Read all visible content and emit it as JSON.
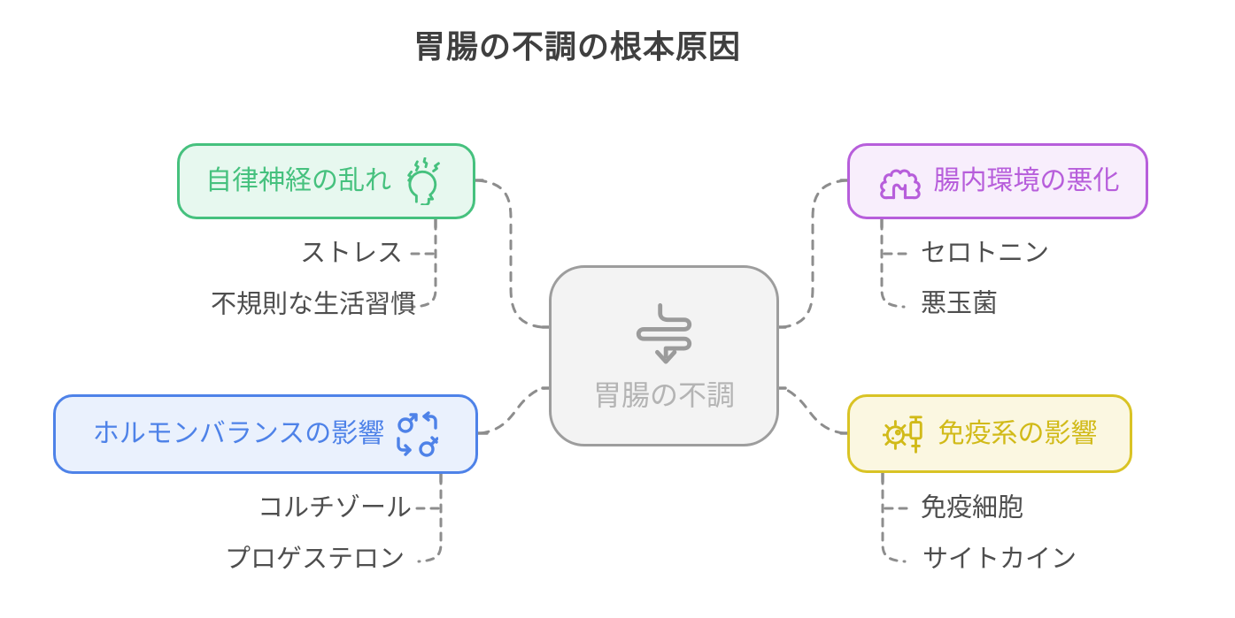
{
  "title": "胃腸の不調の根本原因",
  "colors": {
    "title": "#3f3f3f",
    "subitem": "#4e4e4e",
    "connector": "#8d8d8d"
  },
  "center": {
    "label": "胃腸の不調",
    "icon": "digestive-tract-arrow-icon",
    "colors": {
      "border": "#9d9d9d",
      "bg": "#f3f3f3",
      "text": "#b4b4b4",
      "icon": "#9b9b9b"
    }
  },
  "branches": [
    {
      "label": "自律神経の乱れ",
      "icon": "stressed-head-icon",
      "position": "top-left",
      "colors": {
        "border": "#46c17e",
        "bg": "#e7f8ef",
        "text": "#46c17e"
      },
      "children": [
        "ストレス",
        "不規則な生活習慣"
      ]
    },
    {
      "label": "腸内環境の悪化",
      "icon": "intestine-icon",
      "position": "top-right",
      "colors": {
        "border": "#b75edb",
        "bg": "#f8eefc",
        "text": "#b75edb"
      },
      "children": [
        "セロトニン",
        "悪玉菌"
      ]
    },
    {
      "label": "ホルモンバランスの影響",
      "icon": "hormone-cycle-icon",
      "position": "bottom-left",
      "colors": {
        "border": "#4e82e8",
        "bg": "#eaf1fd",
        "text": "#4e82e8"
      },
      "children": [
        "コルチゾール",
        "プロゲステロン"
      ]
    },
    {
      "label": "免疫系の影響",
      "icon": "virus-syringe-icon",
      "position": "bottom-right",
      "colors": {
        "border": "#d9c325",
        "bg": "#fbf7e1",
        "text": "#d1ba18"
      },
      "children": [
        "免疫細胞",
        "サイトカイン"
      ]
    }
  ]
}
